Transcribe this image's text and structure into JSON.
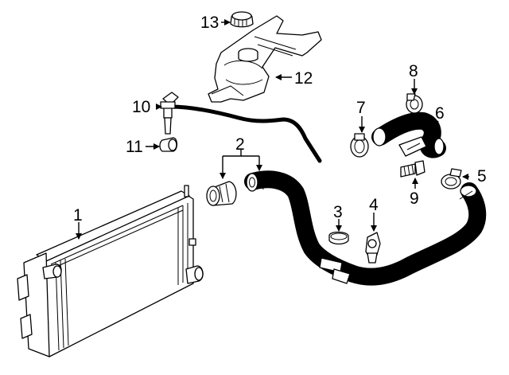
{
  "callouts": {
    "c1": "1",
    "c2": "2",
    "c3": "3",
    "c4": "4",
    "c5": "5",
    "c6": "6",
    "c7": "7",
    "c8": "8",
    "c9": "9",
    "c10": "10",
    "c11": "11",
    "c12": "12",
    "c13": "13"
  },
  "colors": {
    "line": "#000000",
    "fill": "#ffffff"
  }
}
